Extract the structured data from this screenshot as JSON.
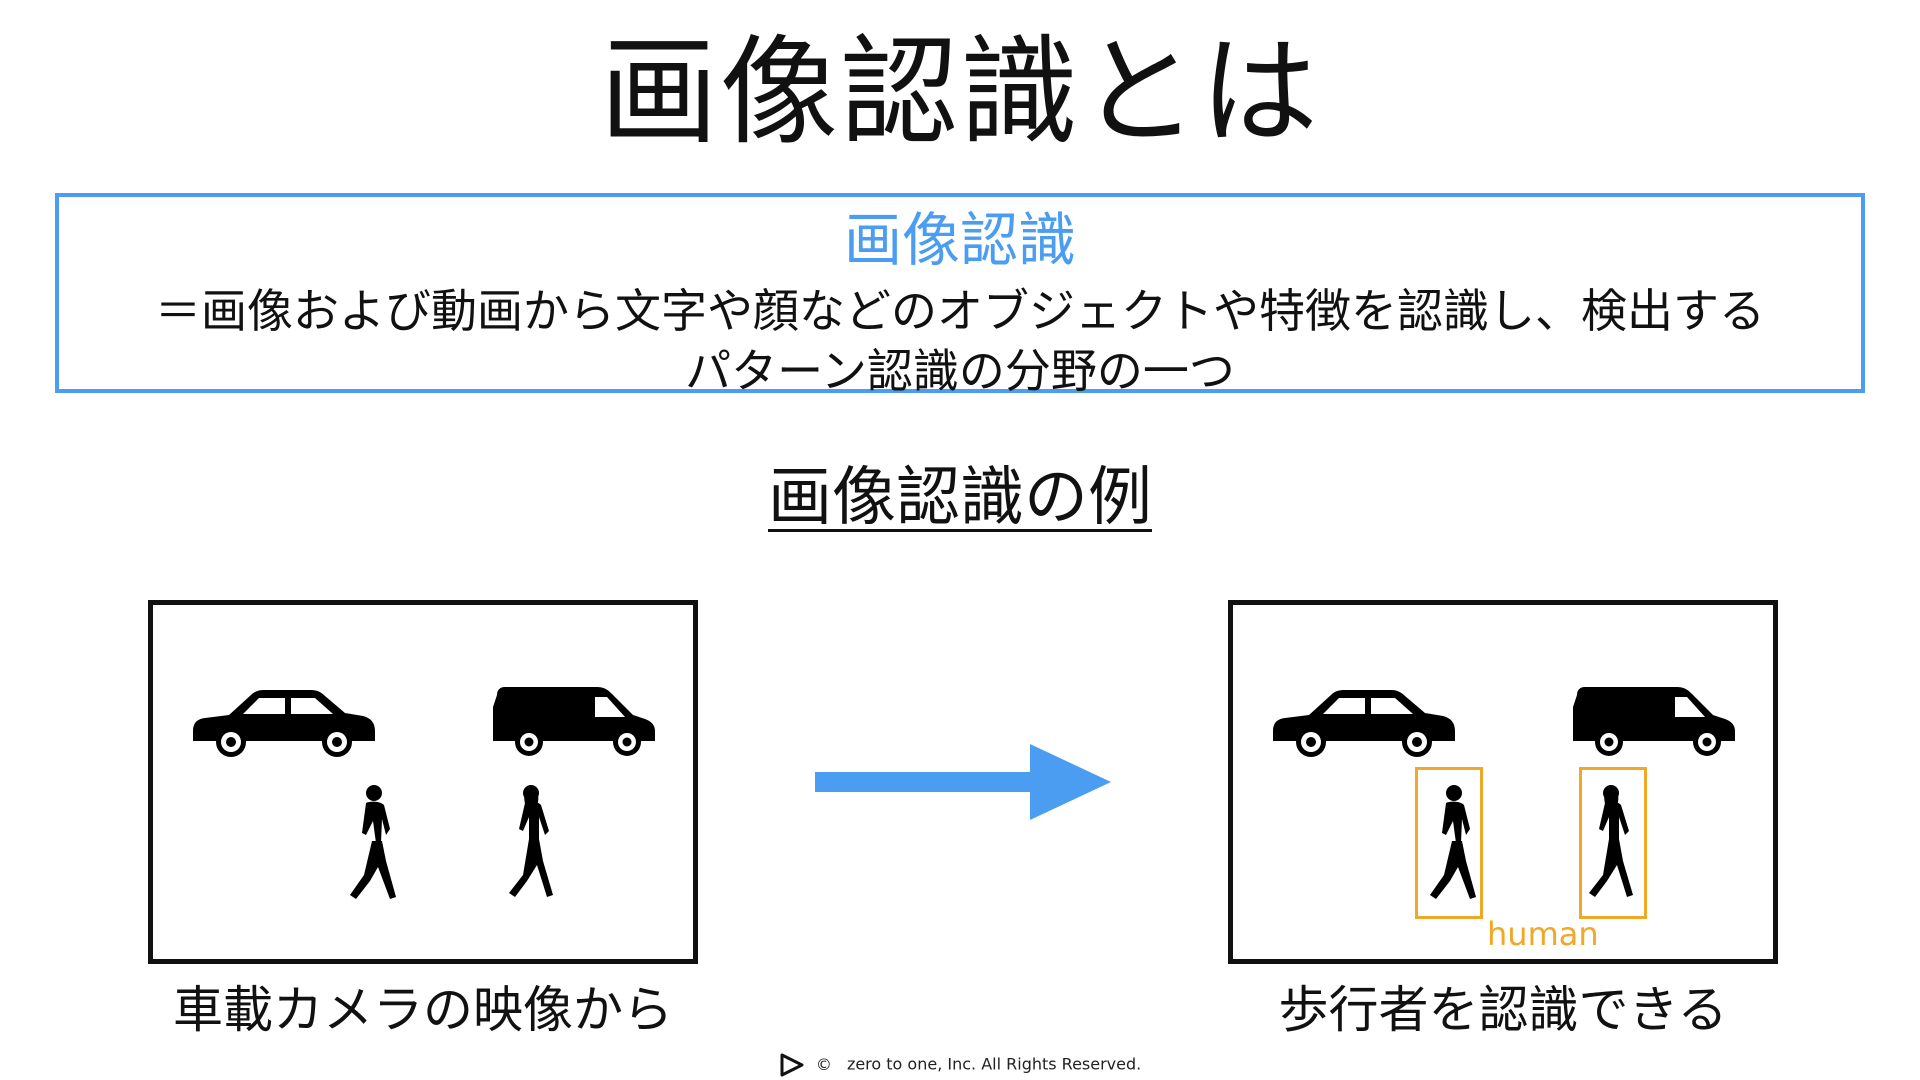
{
  "title": "画像認識とは",
  "definition": {
    "term": "画像認識",
    "line1": "＝画像および動画から文字や顔などのオブジェクトや特徴を認識し、検出する",
    "line2": "パターン認識の分野の一つ",
    "border_color": "#4a9df0"
  },
  "example_heading": "画像認識の例",
  "left_panel": {
    "caption": "車載カメラの映像から",
    "objects": [
      "car-icon",
      "van-icon",
      "man-walking-icon",
      "woman-walking-icon"
    ]
  },
  "right_panel": {
    "caption": "歩行者を認識できる",
    "objects": [
      "car-icon",
      "van-icon",
      "man-walking-icon",
      "woman-walking-icon"
    ],
    "detection_label": "human",
    "detection_color": "#f0a828"
  },
  "arrow": {
    "icon": "arrow-right-icon",
    "color": "#4a9df0"
  },
  "footer": {
    "logo": "play-triangle-icon",
    "copyright_symbol": "©",
    "text": "zero to one, Inc. All Rights Reserved."
  }
}
